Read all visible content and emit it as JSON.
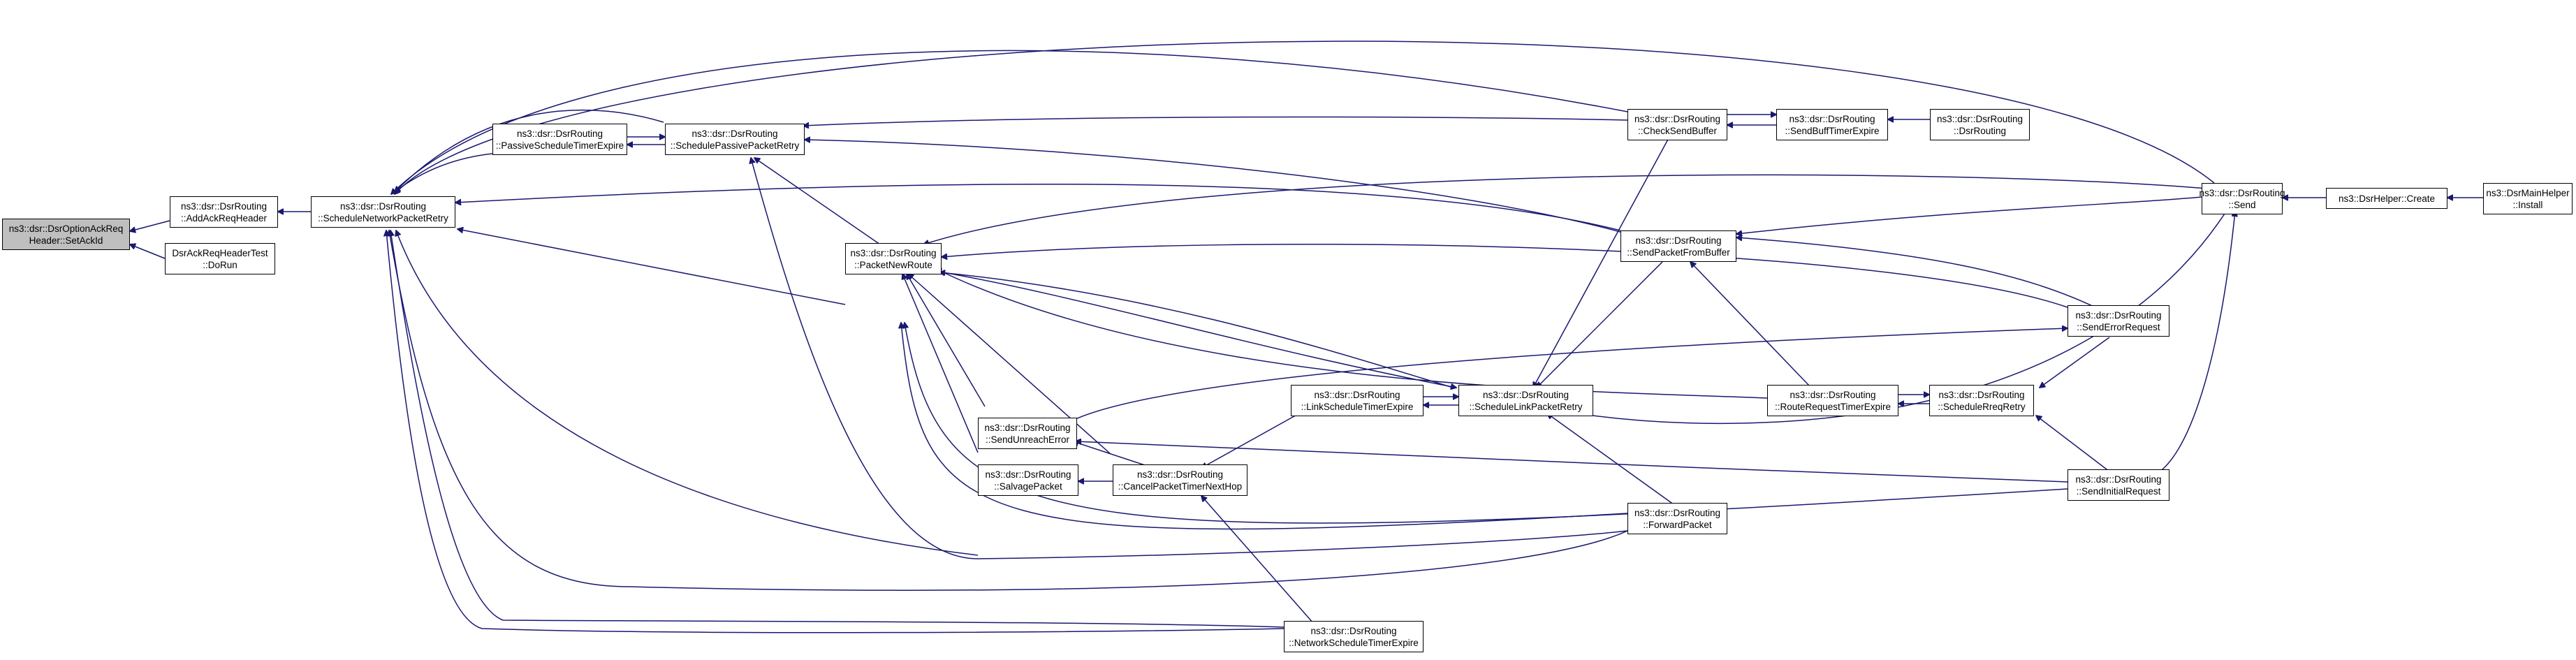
{
  "theme": {
    "edge_color": "#191970",
    "node_border": "#000000",
    "root_fill": "#bfbfbf",
    "node_fill": "#ffffff"
  },
  "nodes": {
    "setackid": {
      "line1": "ns3::dsr::DsrOptionAckReq",
      "line2": "Header::SetAckId"
    },
    "addackreqheader": {
      "line1": "ns3::dsr::DsrRouting",
      "line2": "::AddAckReqHeader"
    },
    "dsrackreqheadertest": {
      "line1": "DsrAckReqHeaderTest",
      "line2": "::DoRun"
    },
    "schedulenetworkpacketretry": {
      "line1": "ns3::dsr::DsrRouting",
      "line2": "::ScheduleNetworkPacketRetry"
    },
    "passivescheduletimerexpire": {
      "line1": "ns3::dsr::DsrRouting",
      "line2": "::PassiveScheduleTimerExpire"
    },
    "schedulepassivepacketretry": {
      "line1": "ns3::dsr::DsrRouting",
      "line2": "::SchedulePassivePacketRetry"
    },
    "packetnewroute": {
      "line1": "ns3::dsr::DsrRouting",
      "line2": "::PacketNewRoute"
    },
    "sendunreacherror": {
      "line1": "ns3::dsr::DsrRouting",
      "line2": "::SendUnreachError"
    },
    "salvagepacket": {
      "line1": "ns3::dsr::DsrRouting",
      "line2": "::SalvagePacket"
    },
    "cancelpackettimernexthop": {
      "line1": "ns3::dsr::DsrRouting",
      "line2": "::CancelPacketTimerNextHop"
    },
    "linkscheduletimerexpire": {
      "line1": "ns3::dsr::DsrRouting",
      "line2": "::LinkScheduleTimerExpire"
    },
    "networkscheduletimerexpire": {
      "line1": "ns3::dsr::DsrRouting",
      "line2": "::NetworkScheduleTimerExpire"
    },
    "schedulelinkpacketretry": {
      "line1": "ns3::dsr::DsrRouting",
      "line2": "::ScheduleLinkPacketRetry"
    },
    "checksendbuffer": {
      "line1": "ns3::dsr::DsrRouting",
      "line2": "::CheckSendBuffer"
    },
    "sendpacketfrombuffer": {
      "line1": "ns3::dsr::DsrRouting",
      "line2": "::SendPacketFromBuffer"
    },
    "forwardpacket": {
      "line1": "ns3::dsr::DsrRouting",
      "line2": "::ForwardPacket"
    },
    "sendbufftimerexpire": {
      "line1": "ns3::dsr::DsrRouting",
      "line2": "::SendBuffTimerExpire"
    },
    "dsrrouting": {
      "line1": "ns3::dsr::DsrRouting",
      "line2": "::DsrRouting"
    },
    "routerequesttimerexpire": {
      "line1": "ns3::dsr::DsrRouting",
      "line2": "::RouteRequestTimerExpire"
    },
    "schedulerreqretry": {
      "line1": "ns3::dsr::DsrRouting",
      "line2": "::ScheduleRreqRetry"
    },
    "senderrorrequest": {
      "line1": "ns3::dsr::DsrRouting",
      "line2": "::SendErrorRequest"
    },
    "sendinitialrequest": {
      "line1": "ns3::dsr::DsrRouting",
      "line2": "::SendInitialRequest"
    },
    "send": {
      "line1": "ns3::dsr::DsrRouting",
      "line2": "::Send"
    },
    "dsrhelpercreate": {
      "line1": "ns3::DsrHelper::Create",
      "line2": ""
    },
    "dsrmainhelperinstall": {
      "line1": "ns3::DsrMainHelper",
      "line2": "::Install"
    }
  }
}
